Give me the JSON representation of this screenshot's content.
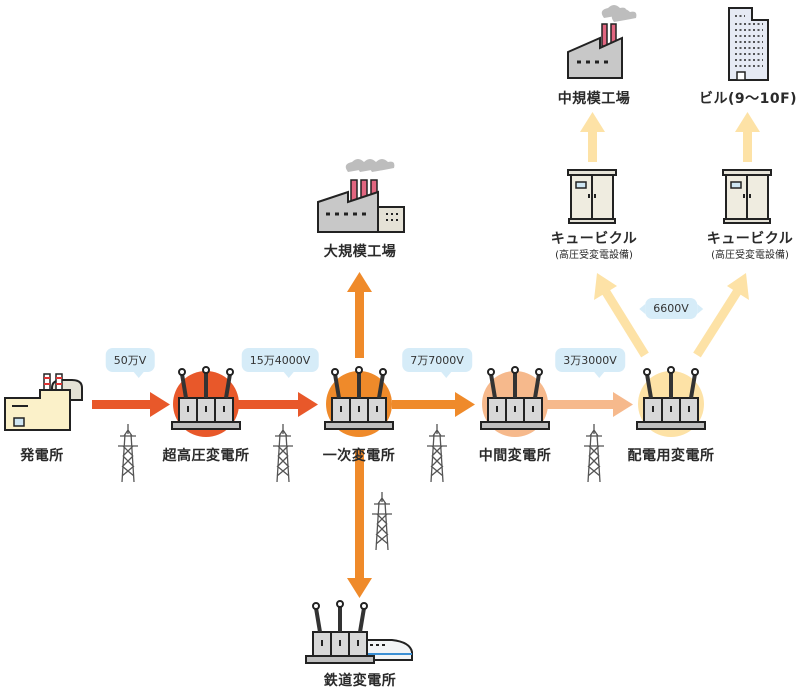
{
  "diagram": {
    "nodes": {
      "power_plant": {
        "label": "発電所"
      },
      "ultra_high_substation": {
        "label": "超高圧変電所",
        "color": "#e8582a"
      },
      "primary_substation": {
        "label": "一次変電所",
        "color": "#ef8a2a"
      },
      "intermediate_substation": {
        "label": "中間変電所",
        "color": "#f6b98c"
      },
      "distribution_substation": {
        "label": "配電用変電所",
        "color": "#fde2a6"
      },
      "large_factory": {
        "label": "大規模工場"
      },
      "railway_substation": {
        "label": "鉄道変電所"
      },
      "cubicle_left": {
        "label": "キュービクル",
        "sublabel": "(高圧受変電設備)"
      },
      "cubicle_right": {
        "label": "キュービクル",
        "sublabel": "(高圧受変電設備)"
      },
      "medium_factory": {
        "label": "中規模工場"
      },
      "building": {
        "label": "ビル(9～10F)"
      }
    },
    "voltages": {
      "v1": "50万V",
      "v2": "15万4000V",
      "v3": "7万7000V",
      "v4": "3万3000V",
      "v5": "6600V"
    },
    "colors": {
      "arrow_ultra": "#e8582a",
      "arrow_primary": "#ef8a2a",
      "arrow_intermediate": "#f6b98c",
      "arrow_distribution": "#fde2a6",
      "bubble": "#d6ecf8"
    }
  }
}
